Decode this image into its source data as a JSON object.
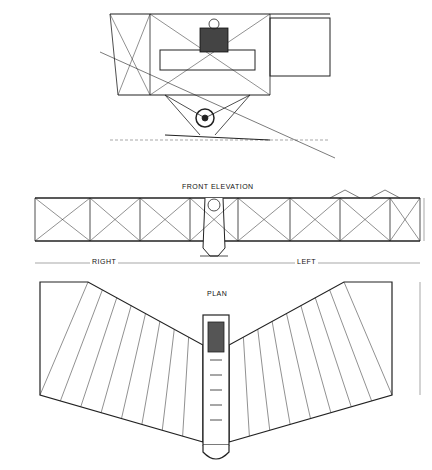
{
  "diagram": {
    "labels": [
      "FRONT ELEVATION",
      "RIGHT",
      "LEFT",
      "PLAN"
    ]
  }
}
